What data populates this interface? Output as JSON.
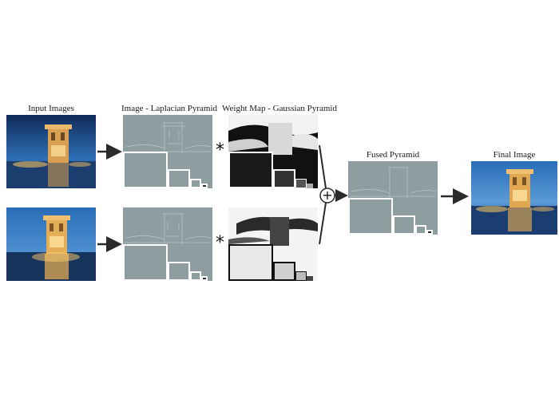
{
  "labels": {
    "input_images": "Input Images",
    "laplacian": "Image - Laplacian Pyramid",
    "weight_map": "Weight Map - Gaussian Pyramid",
    "fused": "Fused Pyramid",
    "final": "Final Image"
  },
  "operators": {
    "multiply": "*",
    "sum": "+"
  },
  "colors": {
    "sky_top": "#0f2a5a",
    "sky_mid": "#2f6fb5",
    "tower": "#d8a050",
    "water": "#1c3e6e",
    "pyramid_gray": "#8e9ea0",
    "arrow": "#2b2b2b"
  }
}
